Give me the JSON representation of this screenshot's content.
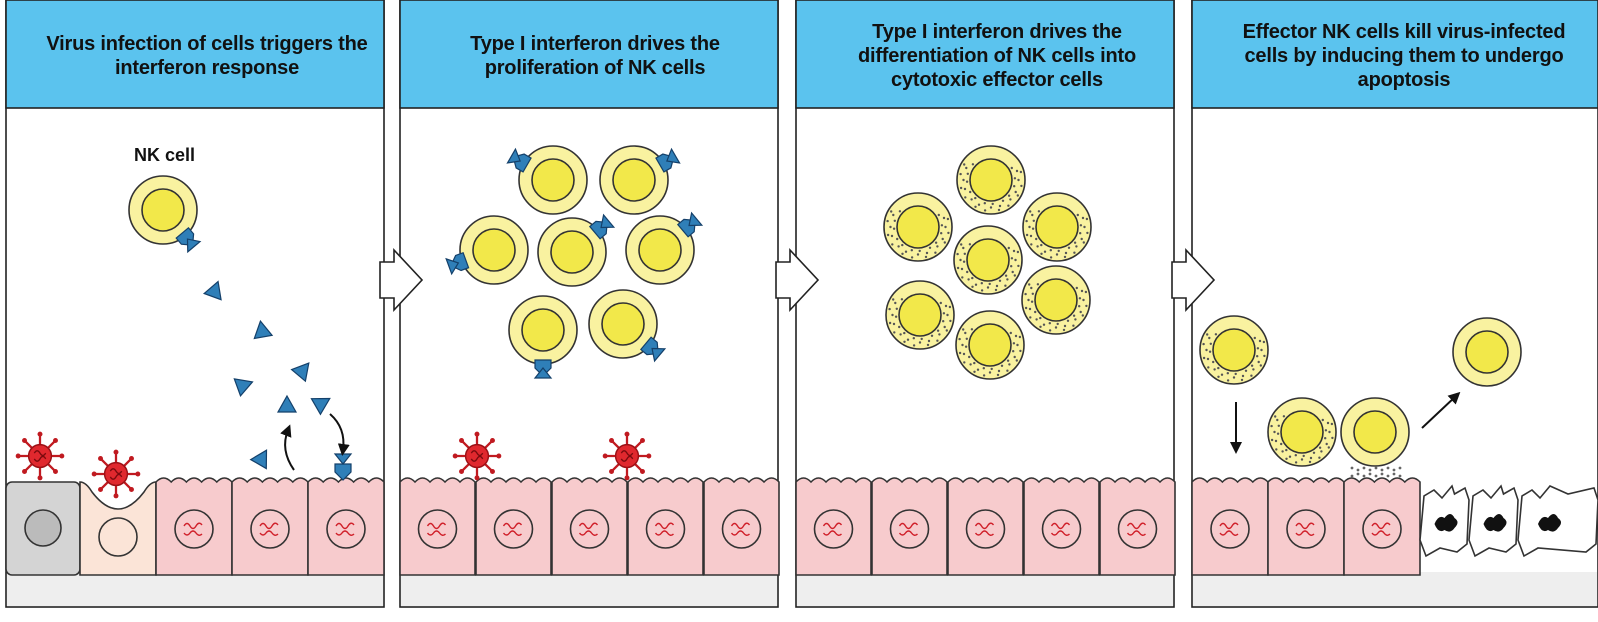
{
  "panels": [
    {
      "title": "Virus infection of cells triggers the interferon response"
    },
    {
      "title": "Type I interferon drives the proliferation of NK cells"
    },
    {
      "title": "Type I interferon drives the differentiation of NK cells into cytotoxic effector cells"
    },
    {
      "title": "Effector NK cells kill virus-infected cells by inducing them to undergo apoptosis"
    }
  ],
  "labels": {
    "nk_cell": "NK cell"
  },
  "colors": {
    "header": "#5bc3ee",
    "nk_cell_outer": "#f9f2a0",
    "nk_cell_nucleus": "#f2e84a",
    "epithelial_cell": "#f7cbcd",
    "epithelial_nucleus": "#f7cbcd",
    "infected_cell": "#fbe4d7",
    "grey_cell": "#d4d4d4",
    "virus": "#e0282e",
    "interferon": "#2f7fb8",
    "apoptotic_cell": "#ffffff"
  }
}
